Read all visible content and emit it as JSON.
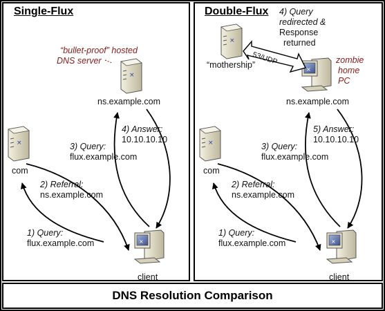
{
  "footer": {
    "title": "DNS Resolution Comparison"
  },
  "single_flux": {
    "heading": "Single-Flux",
    "note_line1": "“bullet-proof” hosted",
    "note_line2": "DNS server",
    "ns_label": "ns.example.com",
    "com_label": "com",
    "client_label": "client",
    "step1_title": "1) Query:",
    "step1_value": "flux.example.com",
    "step2_title": "2) Referral:",
    "step2_value": "ns.example.com",
    "step3_title": "3) Query:",
    "step3_value": "flux.example.com",
    "step4_title": "4) Answer:",
    "step4_value": "10.10.10.10"
  },
  "double_flux": {
    "heading": "Double-Flux",
    "mothership_label": "“mothership”",
    "link_label": "53/UDP",
    "step4_line1": "4) Query",
    "step4_line2": "redirected &",
    "step4_line3": "Response",
    "step4_line4": "returned",
    "zombie_line1": "zombie",
    "zombie_line2": "home",
    "zombie_line3": "PC",
    "ns_label": "ns.example.com",
    "com_label": "com",
    "client_label": "client",
    "step1_title": "1) Query:",
    "step1_value": "flux.example.com",
    "step2_title": "2) Referral:",
    "step2_value": "ns.example.com",
    "step3_title": "3) Query:",
    "step3_value": "flux.example.com",
    "step5_title": "5) Answer:",
    "step5_value": "10.10.10.10"
  },
  "colors": {
    "border": "#000000",
    "note_red": "#8b1a1a",
    "server_body": "#ddd8bf",
    "monitor_screen": "#6a7fb0"
  },
  "icons": [
    "server-icon",
    "computer-icon",
    "double-arrow-icon"
  ]
}
